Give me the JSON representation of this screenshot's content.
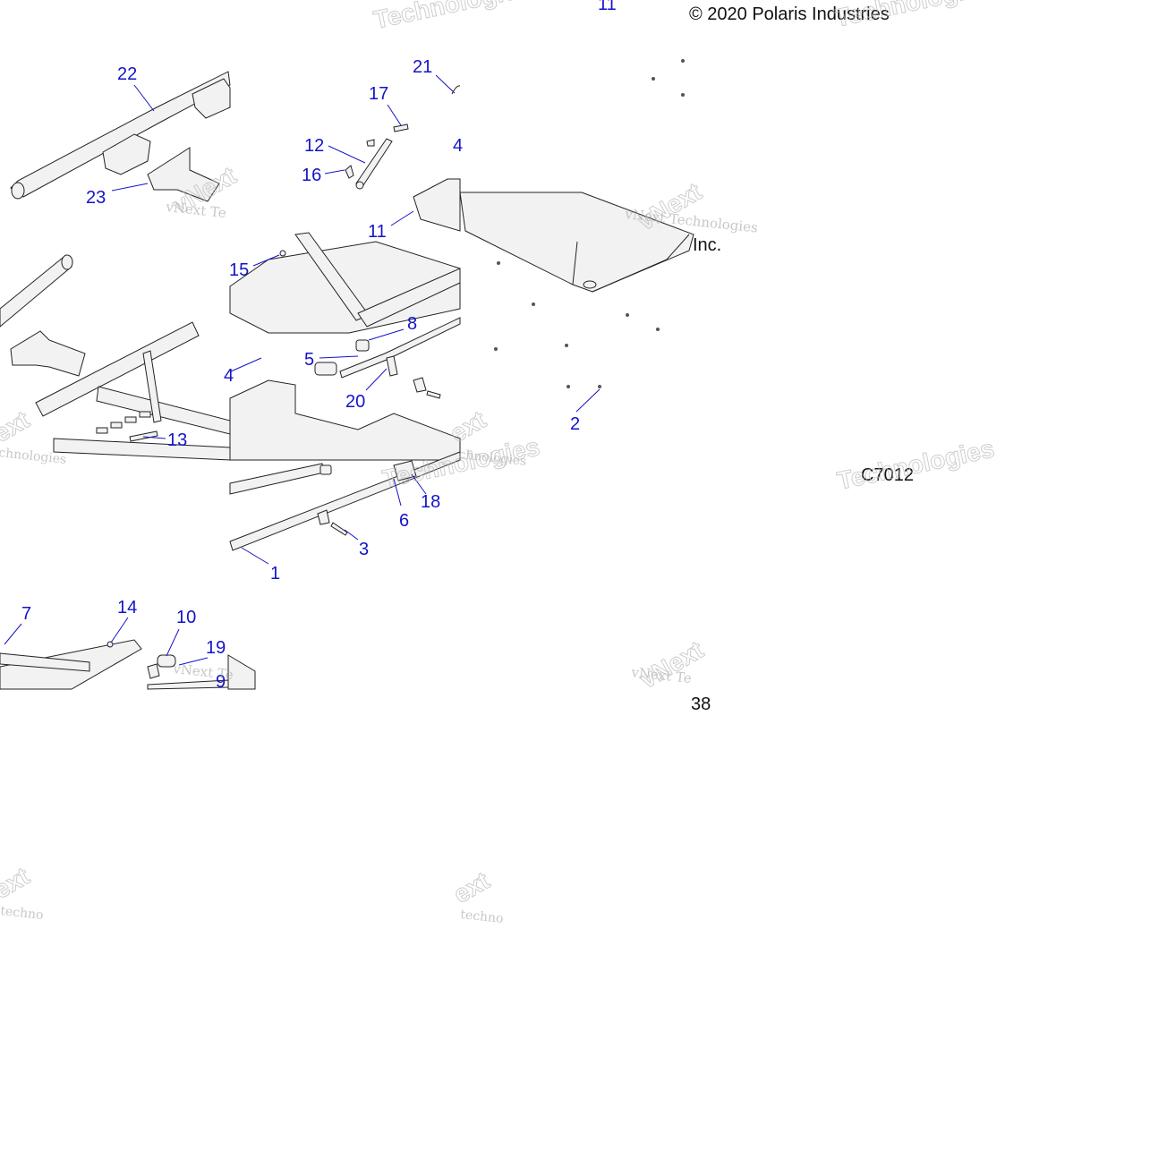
{
  "copyright": "© 2020 Polaris Industries",
  "inc": "Inc.",
  "code": "C7012",
  "page_number": "38",
  "watermark_text": "vNext Technologies",
  "watermark_fragments": [
    "Technologies",
    "vNext",
    "vNext Te",
    "chnologies",
    "ext",
    "techno"
  ],
  "label_color": "#1414c8",
  "callouts": [
    "1",
    "2",
    "3",
    "4",
    "5",
    "6",
    "7",
    "8",
    "9",
    "10",
    "11",
    "12",
    "13",
    "14",
    "15",
    "16",
    "17",
    "18",
    "19",
    "20",
    "21",
    "22",
    "23"
  ]
}
